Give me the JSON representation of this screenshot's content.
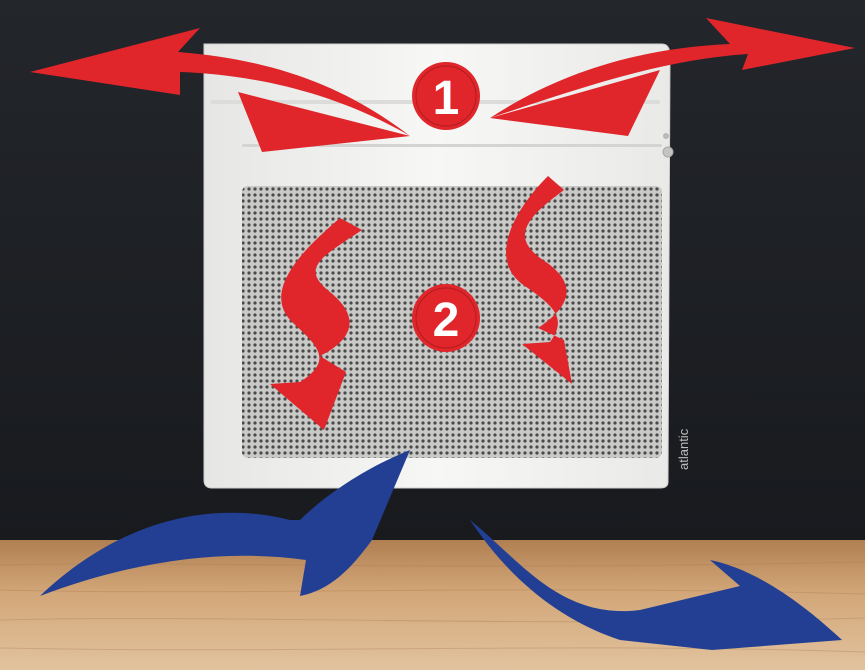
{
  "brand": {
    "text": "atlantic"
  },
  "badges": [
    {
      "number": "1"
    },
    {
      "number": "2"
    }
  ],
  "colors": {
    "wall": "#1d2025",
    "floor": "#c99a6b",
    "panel": "#f2f2f0",
    "grille": "#b7b7b5",
    "hot": "#e0262b",
    "cold": "#223f93",
    "badge": "#e0262b"
  }
}
